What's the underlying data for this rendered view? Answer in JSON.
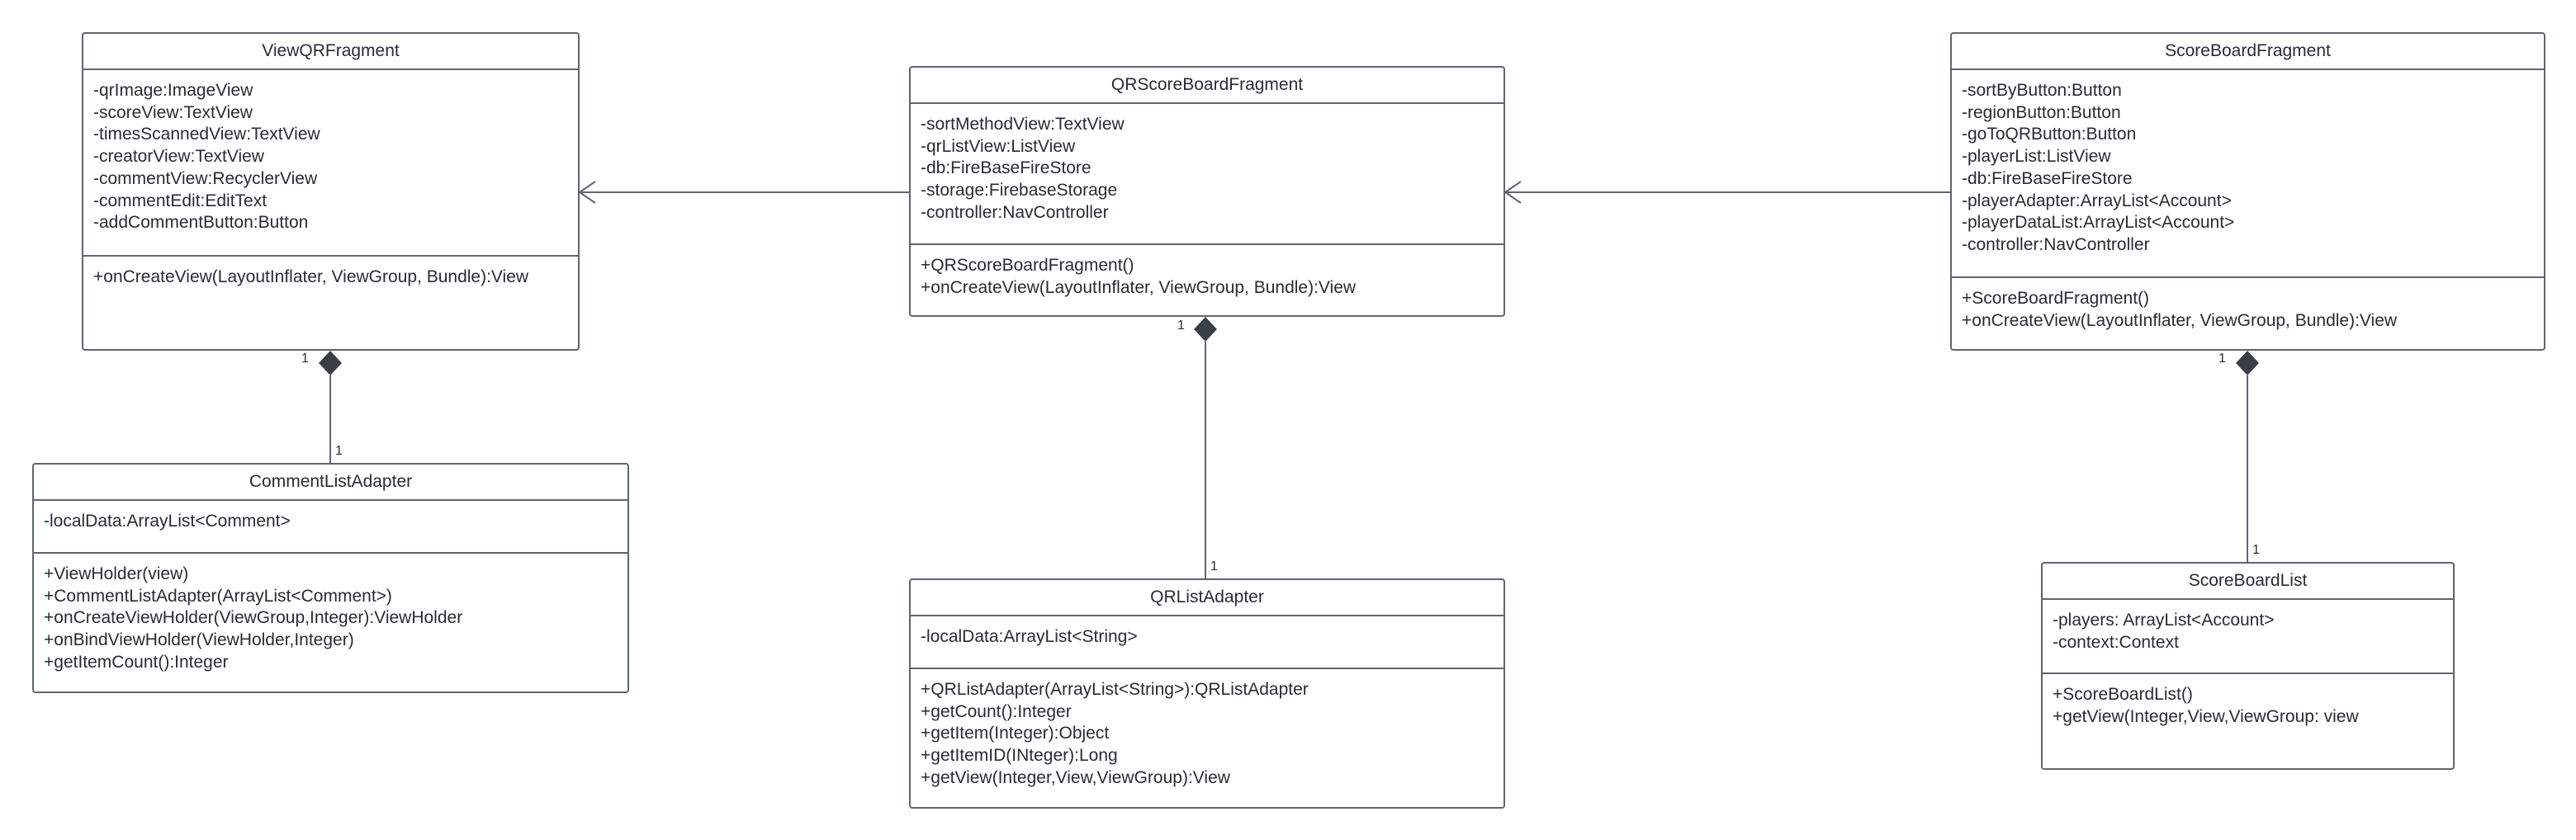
{
  "classes": {
    "view_qr": {
      "name": "ViewQRFragment",
      "attributes": [
        "-qrImage:ImageView",
        "-scoreView:TextView",
        "-timesScannedView:TextView",
        "-creatorView:TextView",
        "-commentView:RecyclerView",
        "-commentEdit:EditText",
        "-addCommentButton:Button"
      ],
      "methods": [
        "+onCreateView(LayoutInflater, ViewGroup, Bundle):View"
      ]
    },
    "qr_scoreboard": {
      "name": "QRScoreBoardFragment",
      "attributes": [
        "-sortMethodView:TextView",
        "-qrListView:ListView",
        "-db:FireBaseFireStore",
        "-storage:FirebaseStorage",
        "-controller:NavController"
      ],
      "methods": [
        "+QRScoreBoardFragment()",
        "+onCreateView(LayoutInflater, ViewGroup, Bundle):View"
      ]
    },
    "scoreboard": {
      "name": "ScoreBoardFragment",
      "attributes": [
        "-sortByButton:Button",
        "-regionButton:Button",
        "-goToQRButton:Button",
        "-playerList:ListView",
        "-db:FireBaseFireStore",
        "-playerAdapter:ArrayList<Account>",
        "-playerDataList:ArrayList<Account>",
        "-controller:NavController"
      ],
      "methods": [
        "+ScoreBoardFragment()",
        "+onCreateView(LayoutInflater, ViewGroup, Bundle):View"
      ]
    },
    "comment_adapter": {
      "name": "CommentListAdapter",
      "attributes": [
        "-localData:ArrayList<Comment>"
      ],
      "methods": [
        "+ViewHolder(view)",
        "+CommentListAdapter(ArrayList<Comment>)",
        "+onCreateViewHolder(ViewGroup,Integer):ViewHolder",
        "+onBindViewHolder(ViewHolder,Integer)",
        "+getItemCount():Integer"
      ]
    },
    "qr_adapter": {
      "name": "QRListAdapter",
      "attributes": [
        "-localData:ArrayList<String>"
      ],
      "methods": [
        "+QRListAdapter(ArrayList<String>):QRListAdapter",
        "+getCount():Integer",
        "+getItem(Integer):Object",
        "+getItemID(INteger):Long",
        "+getView(Integer,View,ViewGroup):View"
      ]
    },
    "scoreboard_list": {
      "name": "ScoreBoardList",
      "attributes": [
        "-players: ArrayList<Account>",
        "-context:Context"
      ],
      "methods": [
        "+ScoreBoardList()",
        "+getView(Integer,View,ViewGroup: view"
      ]
    }
  },
  "multiplicities": {
    "view_qr_top": "1",
    "comment_adapter_end": "1",
    "qr_scoreboard_top": "1",
    "qr_adapter_end": "1",
    "scoreboard_top": "1",
    "scoreboard_list_end": "1"
  },
  "colors": {
    "line": "#5f6570",
    "diamond": "#3a3f47",
    "text": "#282c33"
  }
}
